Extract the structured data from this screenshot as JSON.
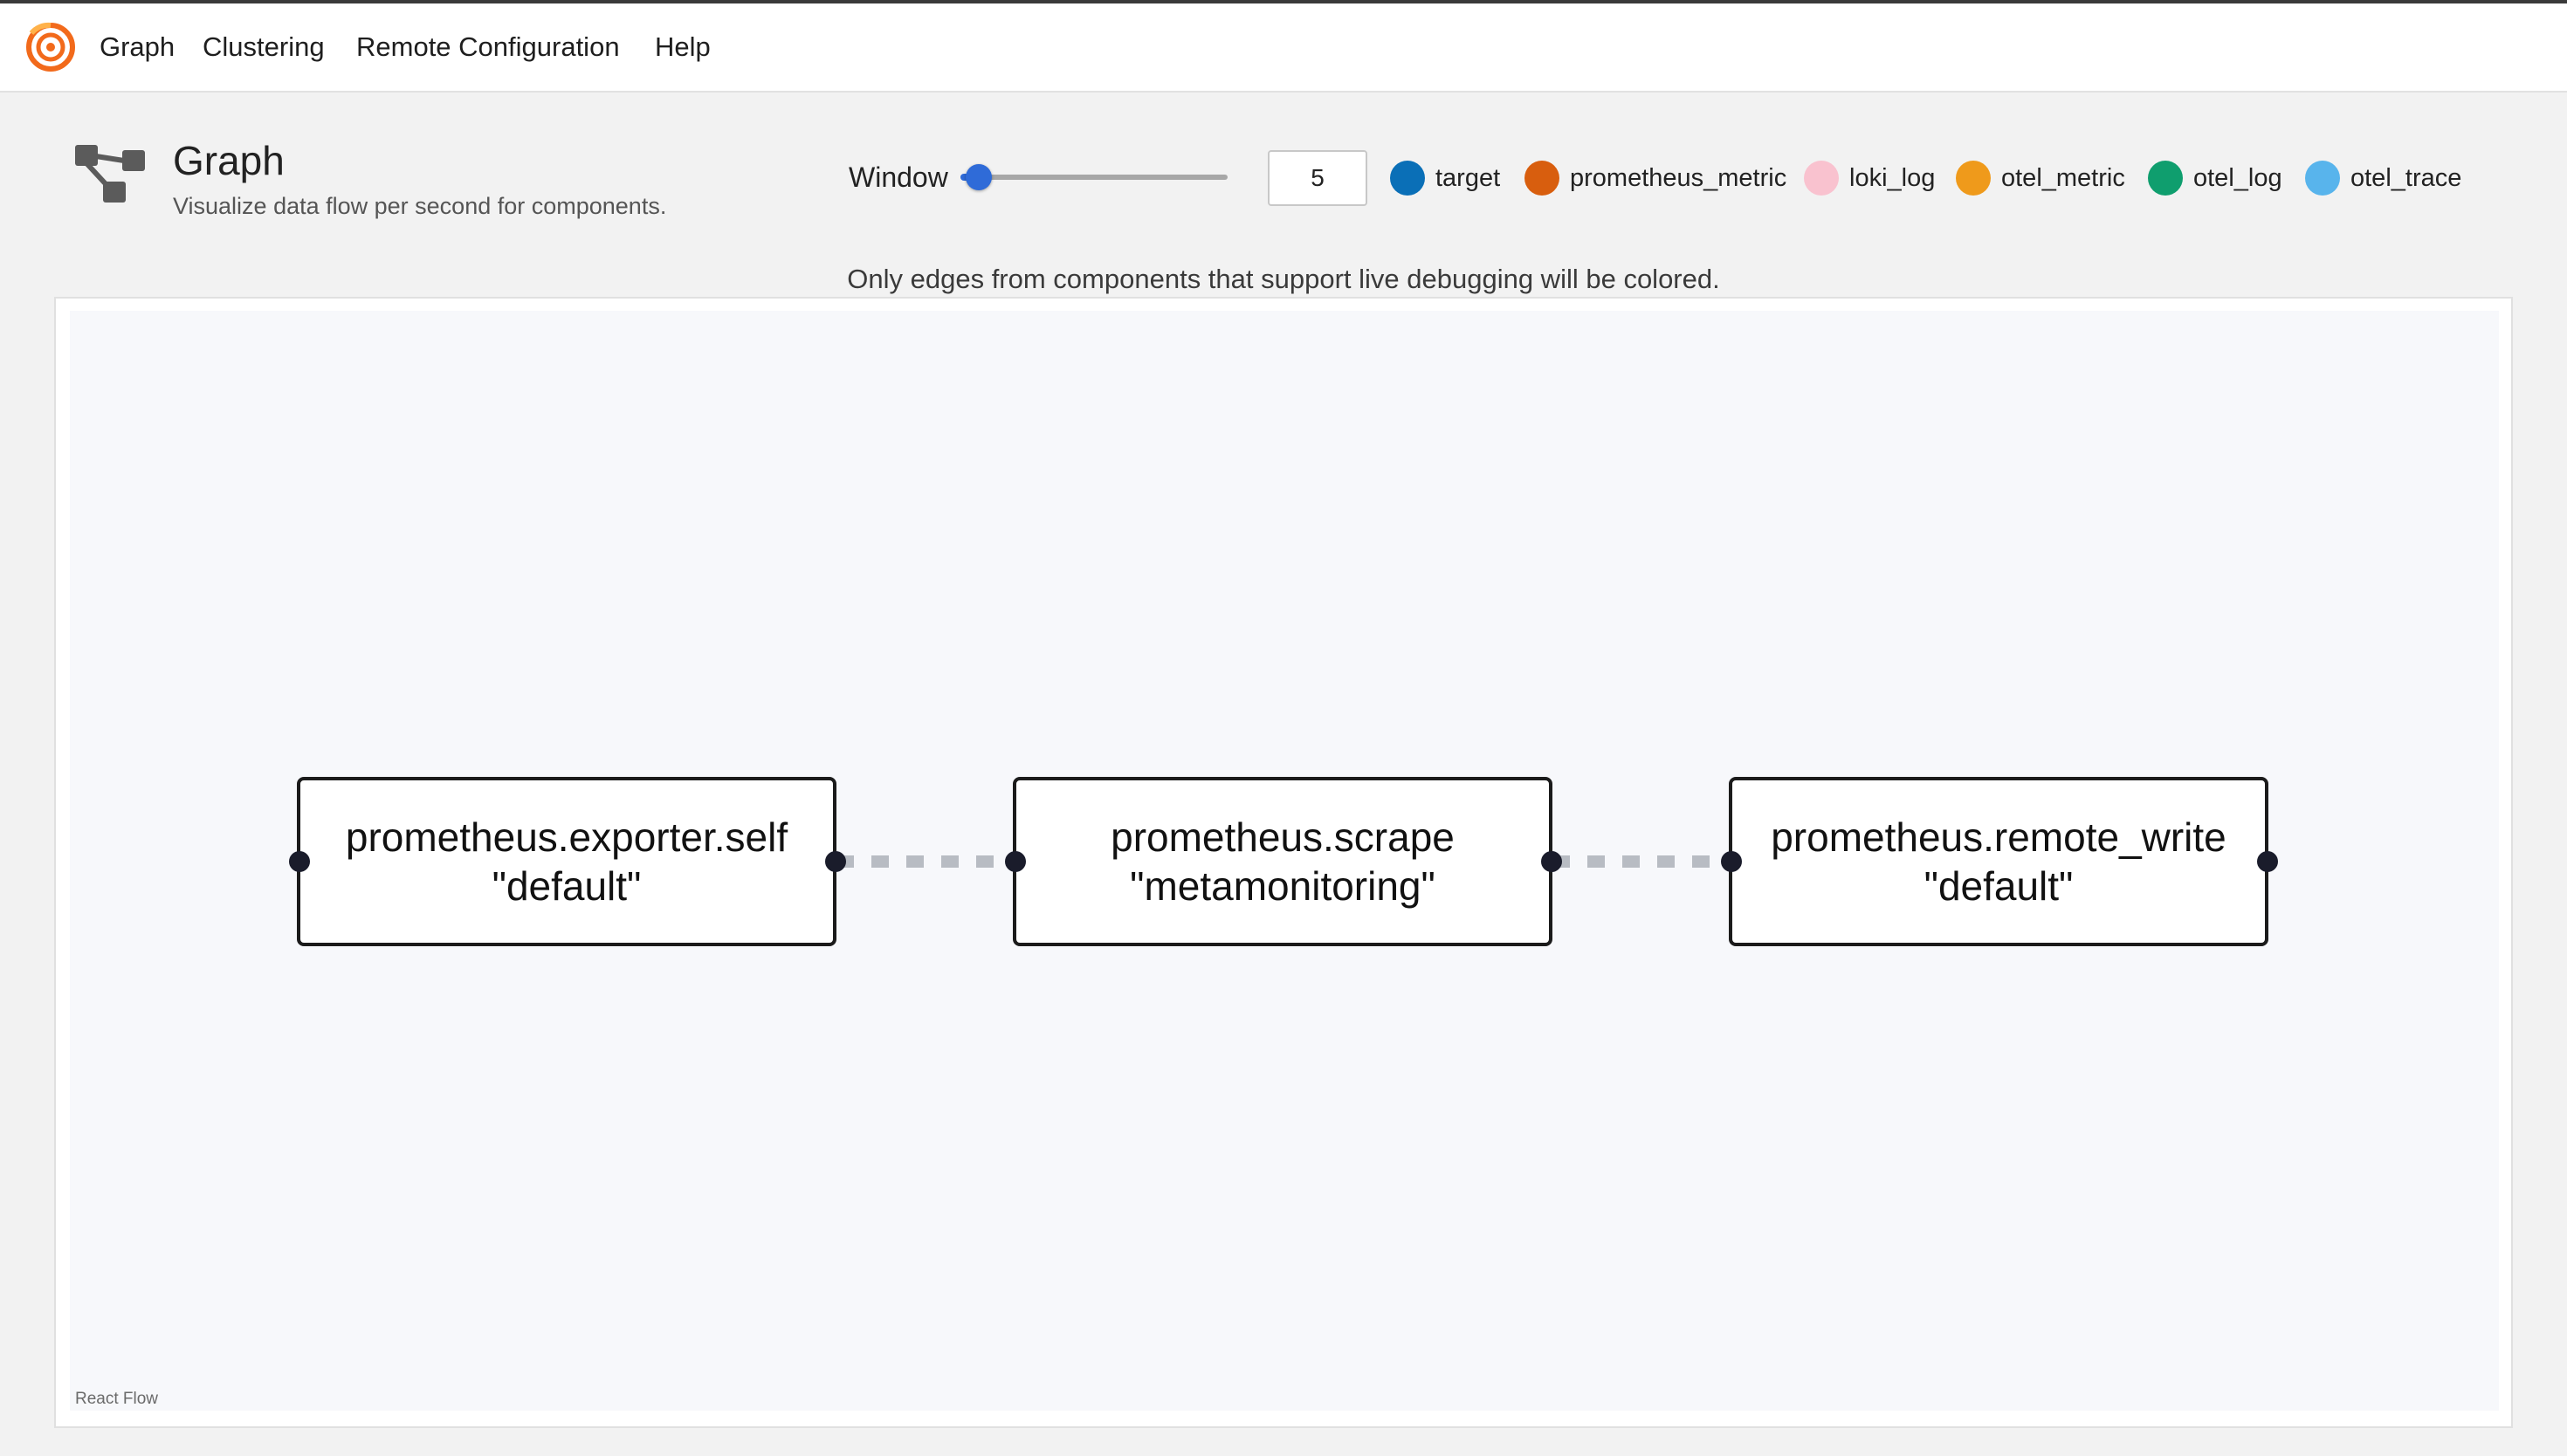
{
  "nav": {
    "items": [
      {
        "label": "Graph"
      },
      {
        "label": "Clustering"
      },
      {
        "label": "Remote Configuration"
      },
      {
        "label": "Help"
      }
    ]
  },
  "header": {
    "title": "Graph",
    "subtitle": "Visualize data flow per second for components.",
    "icon": "graph-icon"
  },
  "window": {
    "label": "Window",
    "value": "5",
    "slider_fraction": 0.02
  },
  "legend": [
    {
      "label": "target",
      "color": "#0a6fb7"
    },
    {
      "label": "prometheus_metric",
      "color": "#d85e0e"
    },
    {
      "label": "loki_log",
      "color": "#f9c2cf"
    },
    {
      "label": "otel_metric",
      "color": "#ef9a1b"
    },
    {
      "label": "otel_log",
      "color": "#0f9e6e"
    },
    {
      "label": "otel_trace",
      "color": "#58b4ec"
    }
  ],
  "note": "Only edges from components that support live debugging will be colored.",
  "graph": {
    "attribution": "React Flow",
    "nodes": [
      {
        "line1": "prometheus.exporter.self",
        "line2": "\"default\""
      },
      {
        "line1": "prometheus.scrape",
        "line2": "\"metamonitoring\""
      },
      {
        "line1": "prometheus.remote_write",
        "line2": "\"default\""
      }
    ],
    "edge_color": "#b8bcc3"
  },
  "colors": {
    "accent": "#2f6bd8",
    "logo": "#f26a1b"
  }
}
